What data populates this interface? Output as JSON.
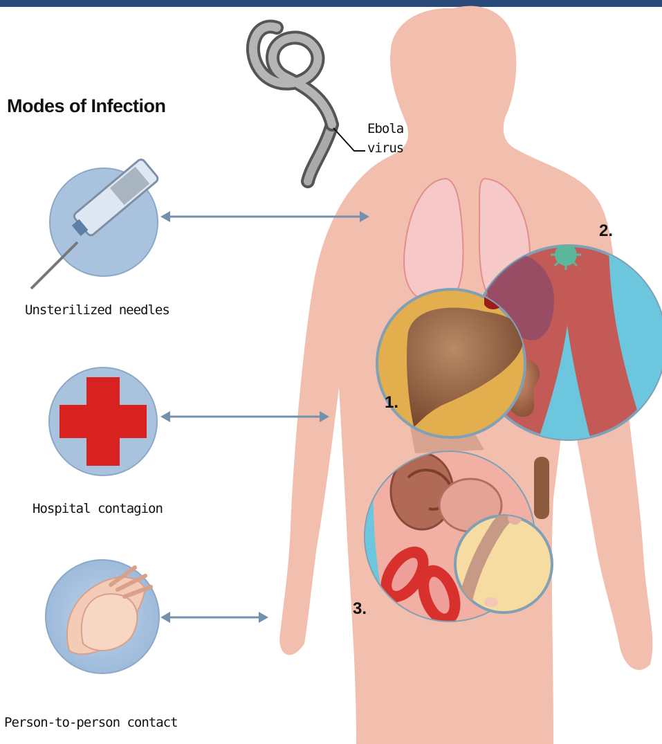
{
  "title": "Modes of Infection",
  "virus": {
    "line1": "Ebola",
    "line2": "virus"
  },
  "modes": [
    {
      "label": "Unsterilized needles",
      "icon": "syringe-icon"
    },
    {
      "label": "Hospital contagion",
      "icon": "red-cross-icon"
    },
    {
      "label": "Person-to-person contact",
      "icon": "hands-icon"
    }
  ],
  "callouts": {
    "one": "1.",
    "two": "2.",
    "three": "3."
  },
  "colors": {
    "header_bar": "#2a4a7a",
    "body_skin": "#f2bfae",
    "circle_fill": "#a9c3df",
    "arrow": "#7390ad",
    "cross": "#d8221f"
  }
}
